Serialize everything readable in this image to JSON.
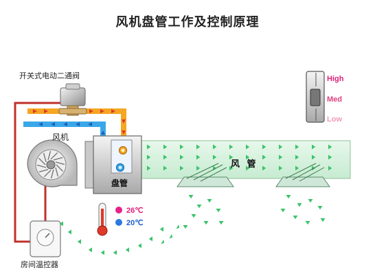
{
  "title": "风机盘管工作及控制原理",
  "labels": {
    "valve": "开关式电动二通阀",
    "fan": "风机",
    "coil": "盘管",
    "duct": "风 管",
    "thermostat": "房间温控器"
  },
  "fan_speeds": [
    "High",
    "Med",
    "Low"
  ],
  "temperatures": {
    "hot": "26℃",
    "cold": "20℃"
  },
  "icons": [
    "motorized-valve",
    "centrifugal-fan",
    "coil",
    "duct",
    "air-diffuser",
    "fan-speed-switch",
    "thermometer",
    "room-thermostat"
  ],
  "colors": {
    "supply_water": "#f5a623",
    "return_water": "#3aa8e8",
    "control_wire": "#c0302a",
    "duct_fill": "#d6f2de",
    "airflow_arrow": "#3cc36a",
    "hot_dot": "#e8208a",
    "cold_dot": "#2a7ae2"
  }
}
